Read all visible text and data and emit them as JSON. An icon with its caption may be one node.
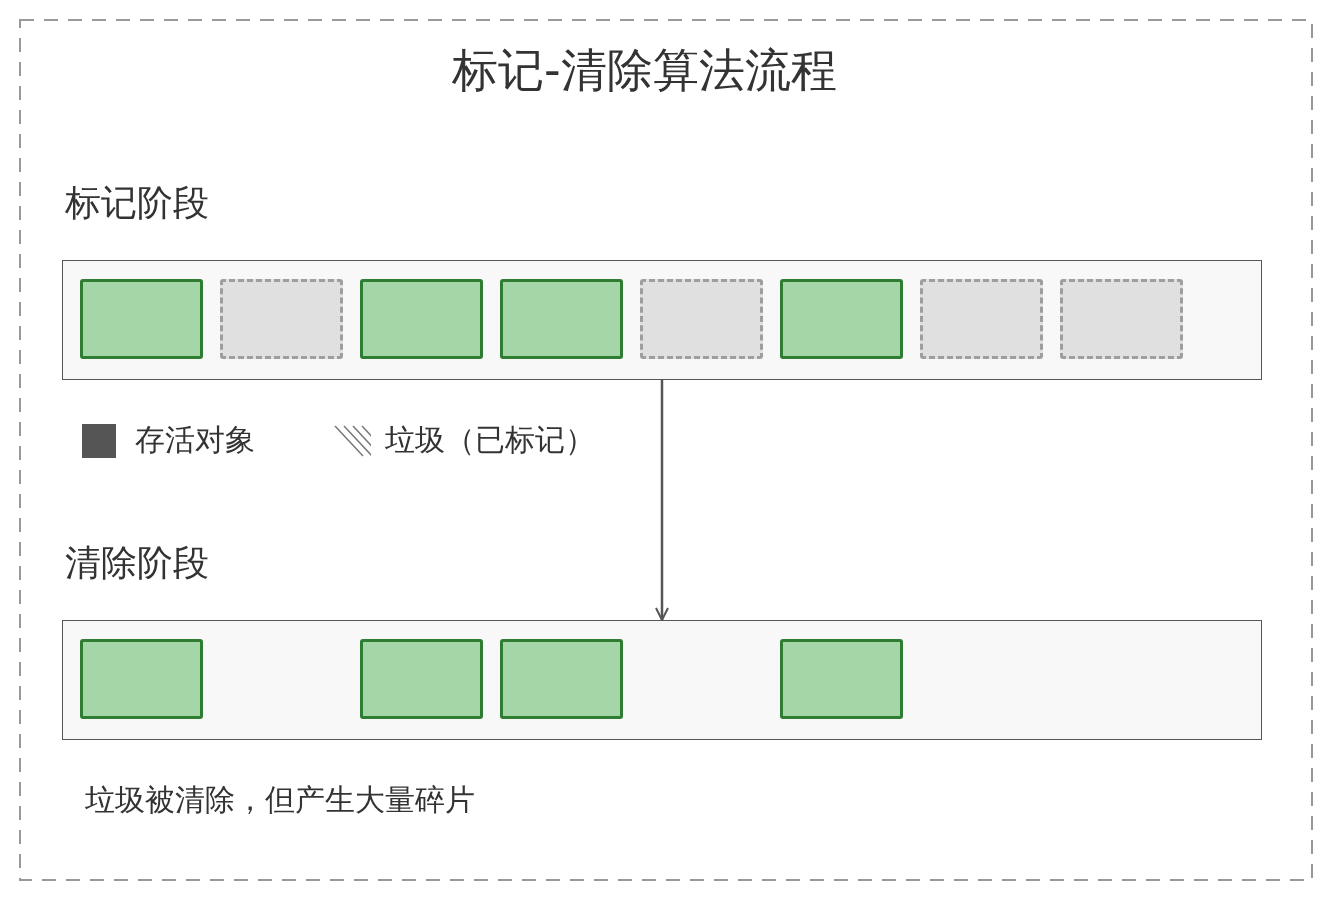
{
  "diagram": {
    "title": "标记-清除算法流程",
    "nodes": [
      {
        "text": [],
        "shape": "bar"
      },
      {
        "text": [],
        "shape": "box",
        "in": 0
      },
      {
        "text": [],
        "shape": "box",
        "in": 0
      },
      {
        "text": [],
        "shape": "box",
        "in": 0
      },
      {
        "text": [],
        "shape": "box",
        "in": 0
      },
      {
        "text": [],
        "shape": "box",
        "in": 0
      },
      {
        "text": [],
        "shape": "box",
        "in": 0
      },
      {
        "text": [],
        "shape": "box",
        "in": 0
      },
      {
        "text": [],
        "shape": "box",
        "in": 0
      },
      {
        "text": [],
        "shape": "bar"
      },
      {
        "text": [],
        "shape": "box",
        "in": 9
      },
      {
        "text": [],
        "shape": "box",
        "in": 9
      },
      {
        "text": [],
        "shape": "box",
        "in": 9
      },
      {
        "text": [],
        "shape": "box",
        "in": 9
      }
    ],
    "edges": [
      {
        "from": 0,
        "to": 9,
        "arrow": "to"
      }
    ],
    "labels": [
      "标记阶段",
      "清除阶段",
      "垃圾被清除，但产生大量碎片"
    ],
    "legend": [
      {
        "text": "存活对象",
        "color": "#555555"
      },
      {
        "text": "垃圾（已标记）"
      }
    ]
  }
}
